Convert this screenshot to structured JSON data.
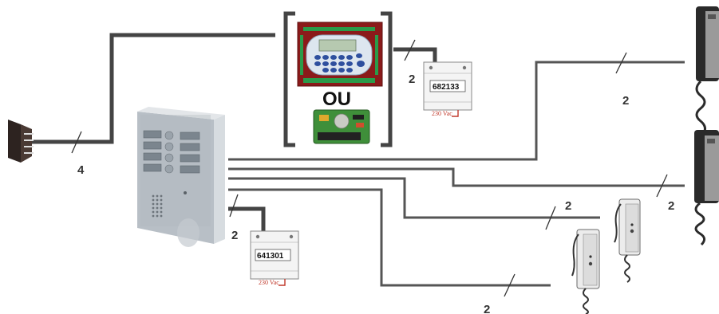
{
  "labels": {
    "wire_left": "4",
    "wire_module_top": "2",
    "wire_handset_top": "2",
    "wire_module_bottom": "2",
    "wire_handset_small_1": "2",
    "wire_handset_mid": "2",
    "wire_handset_small_2": "2",
    "ou": "OU"
  },
  "modules": {
    "top": {
      "ref": "682133",
      "power": "230 Vac"
    },
    "bottom": {
      "ref": "641301",
      "power": "230 Vac"
    }
  }
}
